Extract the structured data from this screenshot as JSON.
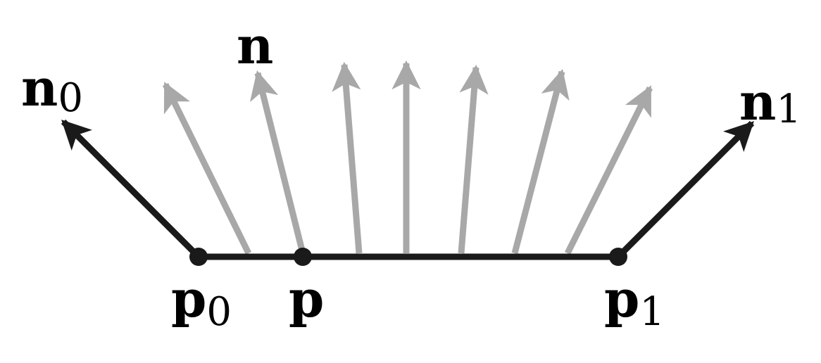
{
  "labels": {
    "n0": {
      "base": "n",
      "sub": "0"
    },
    "n": {
      "base": "n"
    },
    "n1": {
      "base": "n",
      "sub": "1"
    },
    "p0": {
      "base": "p",
      "sub": "0"
    },
    "p": {
      "base": "p"
    },
    "p1": {
      "base": "p",
      "sub": "1"
    }
  },
  "colors": {
    "primary": "#1a1a1a",
    "interpolated": "#a8a8a8"
  }
}
